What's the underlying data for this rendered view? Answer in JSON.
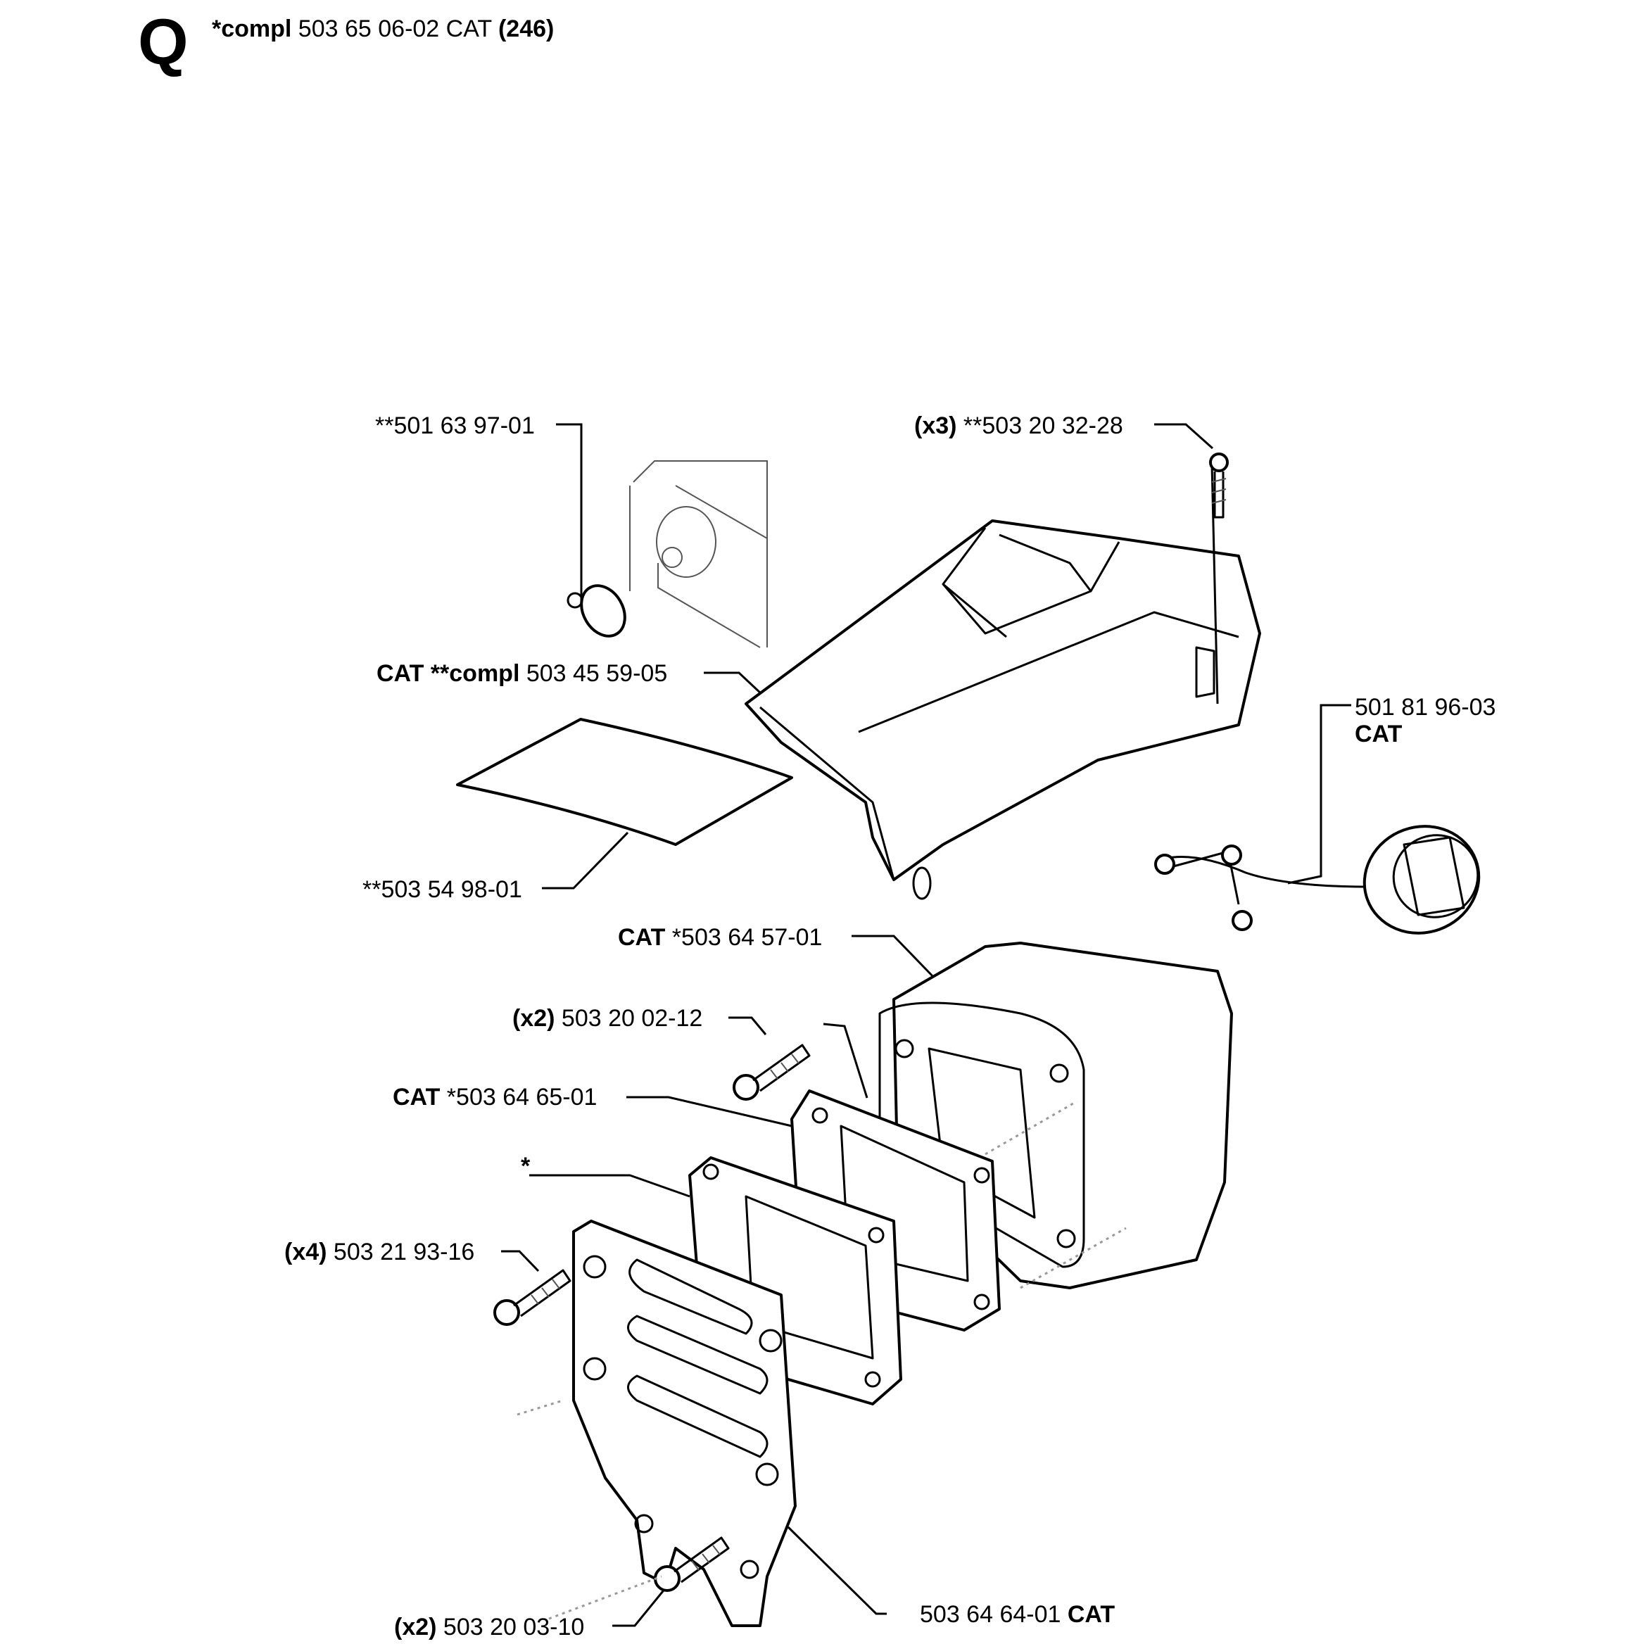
{
  "header": {
    "letter": "Q",
    "compl_bold": "*compl",
    "part_number": " 503 65 06-02 CAT ",
    "qty_bold": "(246)"
  },
  "callouts": {
    "c1": {
      "text": "**501 63 97-01"
    },
    "c2": {
      "qty": "(x3)",
      "text": " **503 20 32-28"
    },
    "c3": {
      "bold": "CAT **compl",
      "text": " 503 45 59-05"
    },
    "c4": {
      "line1": "501 81 96-03",
      "line2": "CAT"
    },
    "c5": {
      "text": "**503 54 98-01"
    },
    "c6": {
      "bold": "CAT",
      "text": " *503 64 57-01"
    },
    "c7": {
      "qty": "(x2)",
      "text": " 503 20 02-12"
    },
    "c8": {
      "bold": "CAT",
      "text": " *503 64 65-01"
    },
    "c9": {
      "text": "*"
    },
    "c10": {
      "qty": "(x4)",
      "text": " 503 21 93-16"
    },
    "c11": {
      "text": "503 64 64-01 ",
      "bold": "CAT"
    },
    "c12": {
      "qty": "(x2)",
      "text": " 503 20 03-10"
    }
  }
}
